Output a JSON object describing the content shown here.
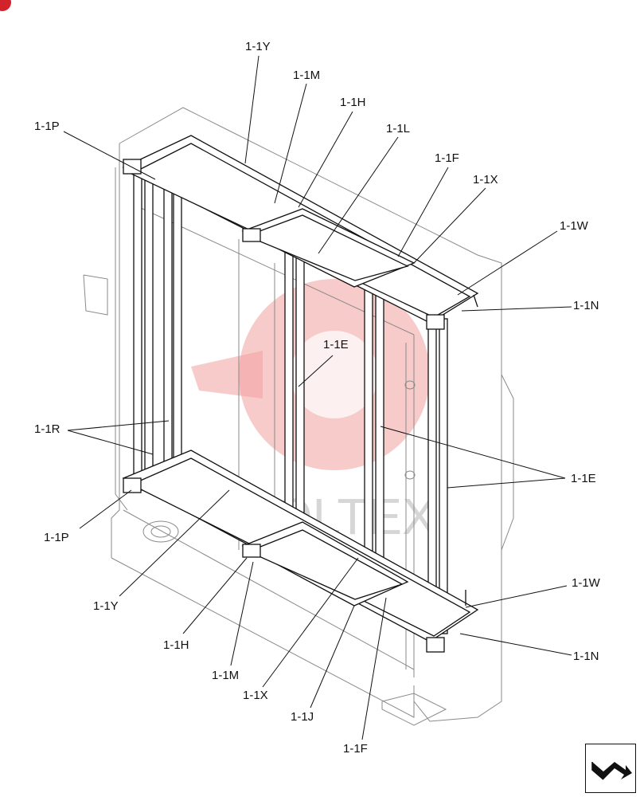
{
  "watermark": {
    "text": "VOLTEX",
    "color": "#f2a0a0"
  },
  "callouts": {
    "top_y": "1-1Y",
    "top_m": "1-1M",
    "top_h": "1-1H",
    "top_l": "1-1L",
    "top_f": "1-1F",
    "top_x": "1-1X",
    "top_p": "1-1P",
    "upper_w": "1-1W",
    "upper_n": "1-1N",
    "center_e": "1-1E",
    "left_r": "1-1R",
    "right_e": "1-1E",
    "left_p": "1-1P",
    "lower_y": "1-1Y",
    "lower_h": "1-1H",
    "lower_m": "1-1M",
    "lower_x": "1-1X",
    "lower_j": "1-1J",
    "lower_f": "1-1F",
    "lower_w": "1-1W",
    "lower_n": "1-1N"
  },
  "icons": {
    "nav": "next-page-arrow-icon",
    "badge": "brand-badge-icon"
  },
  "colors": {
    "line": "#111111",
    "ghost": "#8a8a8a",
    "badge": "#d2232a"
  }
}
